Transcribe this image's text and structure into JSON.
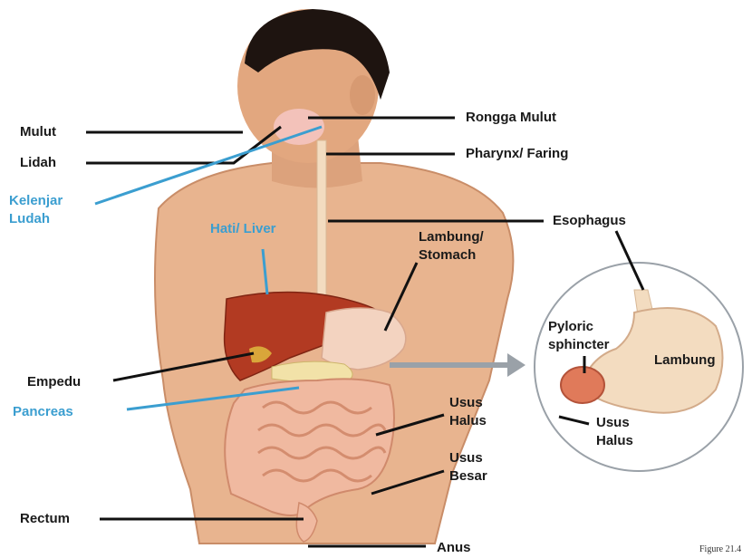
{
  "labels": {
    "mulut": "Mulut",
    "lidah": "Lidah",
    "kelenjar_ludah": [
      "Kelenjar",
      "Ludah"
    ],
    "rongga_mulut": "Rongga Mulut",
    "pharynx": "Pharynx/ Faring",
    "esophagus": "Esophagus",
    "hati": "Hati/ Liver",
    "lambung_stomach": [
      "Lambung/",
      "Stomach"
    ],
    "empedu": "Empedu",
    "pancreas": "Pancreas",
    "usus_halus": [
      "Usus",
      "Halus"
    ],
    "usus_besar": [
      "Usus",
      "Besar"
    ],
    "rectum": "Rectum",
    "anus": "Anus",
    "pyloric": [
      "Pyloric",
      "sphincter"
    ],
    "lambung_inset": "Lambung",
    "usus_halus_inset": [
      "Usus",
      "Halus"
    ],
    "figure": "Figure 21.4"
  },
  "colors": {
    "label_text": "#1a1a1a",
    "highlight_text": "#3b9ed0",
    "skin": "#e8b48f",
    "liver": "#b23a22",
    "intestine": "#f0b9a0",
    "leader_line": "#111111",
    "highlight_line": "#3b9ed0"
  }
}
